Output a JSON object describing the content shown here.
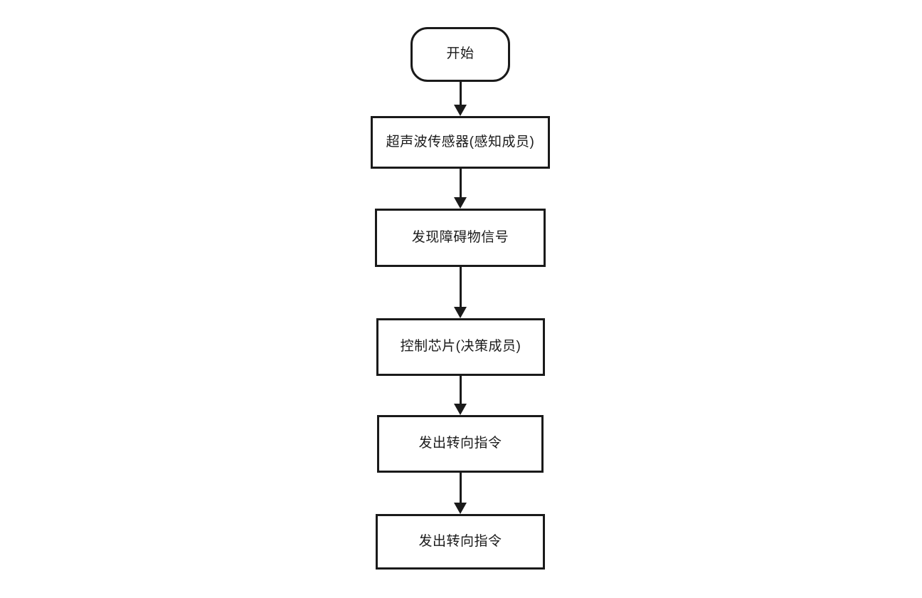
{
  "diagram": {
    "type": "flowchart",
    "direction": "top-to-bottom",
    "colors": {
      "background": "#ffffff",
      "node_fill": "#ffffff",
      "node_stroke": "#1a1a1a",
      "text": "#1a1a1a",
      "arrow": "#1a1a1a"
    },
    "nodes": [
      {
        "id": "start",
        "shape": "rounded-rectangle",
        "label": "开始"
      },
      {
        "id": "sensor",
        "shape": "rectangle",
        "label": "超声波传感器(感知成员)"
      },
      {
        "id": "signal",
        "shape": "rectangle",
        "label": "发现障碍物信号"
      },
      {
        "id": "chip",
        "shape": "rectangle",
        "label": "控制芯片(决策成员)"
      },
      {
        "id": "command1",
        "shape": "rectangle",
        "label": "发出转向指令"
      },
      {
        "id": "command2",
        "shape": "rectangle",
        "label": "发出转向指令"
      }
    ],
    "edges": [
      {
        "from": "start",
        "to": "sensor",
        "style": "solid-arrow"
      },
      {
        "from": "sensor",
        "to": "signal",
        "style": "solid-arrow"
      },
      {
        "from": "signal",
        "to": "chip",
        "style": "solid-arrow"
      },
      {
        "from": "chip",
        "to": "command1",
        "style": "solid-arrow"
      },
      {
        "from": "command1",
        "to": "command2",
        "style": "solid-arrow"
      }
    ]
  }
}
